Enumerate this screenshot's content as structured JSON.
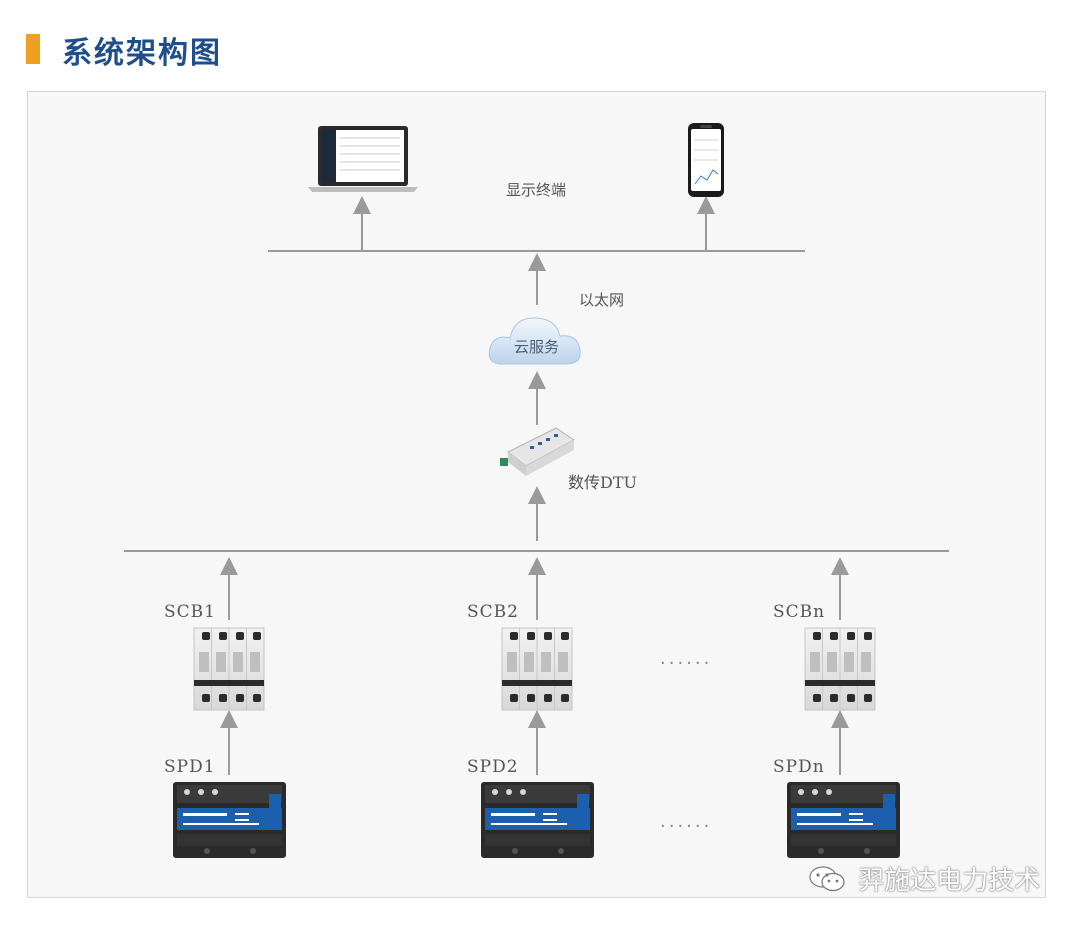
{
  "title": "系统架构图",
  "nodes": {
    "display_terminal": "显示终端",
    "ethernet": "以太网",
    "cloud": "云服务",
    "dtu": "数传DTU"
  },
  "scb": [
    "SCB1",
    "SCB2",
    "SCBn"
  ],
  "spd": [
    "SPD1",
    "SPD2",
    "SPDn"
  ],
  "ellipsis": "......",
  "watermark": "羿施达电力技术",
  "colors": {
    "accent": "#f0a020",
    "title": "#1f4e8c",
    "line": "#9a9a9a",
    "panel": "#f7f7f7",
    "device_blue": "#1c5fae"
  },
  "icons": [
    "laptop-icon",
    "smartphone-icon",
    "cloud-icon",
    "dtu-device-icon",
    "circuit-breaker-icon",
    "spd-device-icon",
    "wechat-icon"
  ]
}
